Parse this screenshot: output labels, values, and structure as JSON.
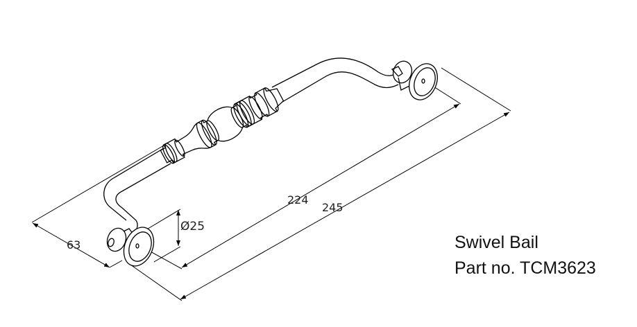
{
  "dimensions": {
    "inner_length": "224",
    "overall_length": "245",
    "projection": "63",
    "rosette_diameter": "Ø25"
  },
  "caption": {
    "name": "Swivel Bail",
    "part_number": "Part no. TCM3623"
  }
}
